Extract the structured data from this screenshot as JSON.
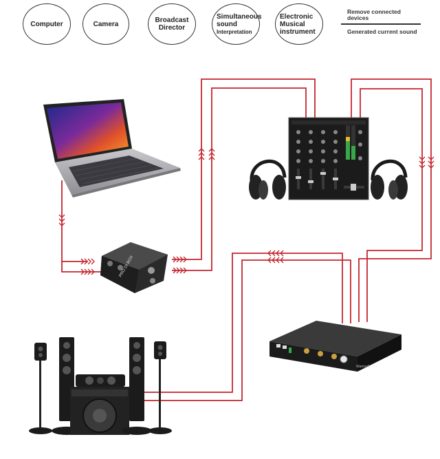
{
  "categories": [
    {
      "label_line1": "Computer",
      "label_line2": ""
    },
    {
      "label_line1": "Camera",
      "label_line2": ""
    },
    {
      "label_line1": "Broadcast",
      "label_line2": "Director"
    },
    {
      "label_line1": "Simultaneous sound",
      "label_line2": "Interpretation"
    },
    {
      "label_line1": "Electronic",
      "label_line2": "Musical instrument"
    }
  ],
  "legend": {
    "remove_connected_line1": "Remove connected",
    "remove_connected_line2": "devices",
    "generated_current": "Generated current sound"
  },
  "device_labels": {
    "di_box": "PRO DI BOX",
    "interface_brand": "Wamsell"
  },
  "colors": {
    "cable": "#c4262e",
    "device_dark": "#1b1b1b",
    "outline": "#333333"
  }
}
